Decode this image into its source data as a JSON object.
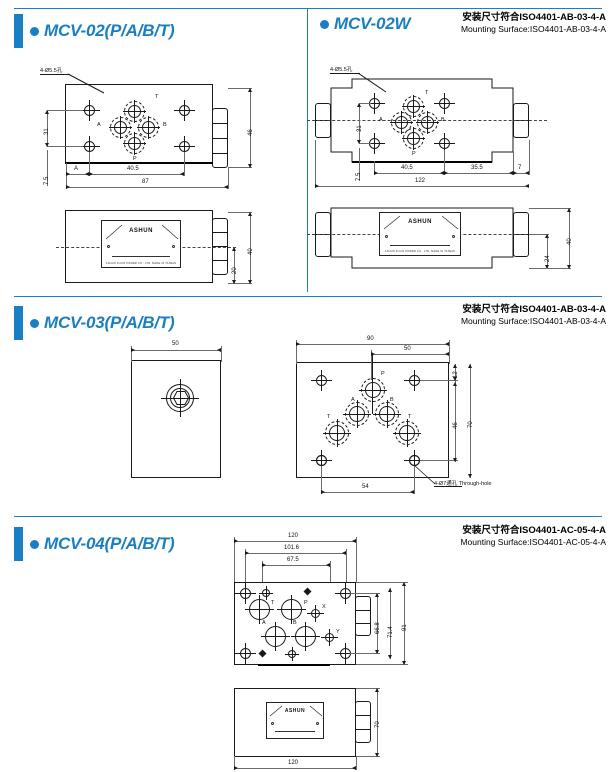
{
  "sections": [
    {
      "id": "mcv-02",
      "title": "MCV-02(P/A/B/T)",
      "iso_cn": "",
      "iso_en": "",
      "drawings": {
        "top_view": {
          "callout": "4-Ø5.5孔",
          "ports": [
            "T",
            "A",
            "B",
            "P"
          ],
          "dims": [
            "31",
            "46",
            "7.5",
            "A",
            "40.5",
            "87"
          ]
        },
        "front_view": {
          "plate_brand": "ASHUN",
          "plate_sub": "ASHUN FLUID POWER CO., LTD. MADE IN TAIWAN",
          "dims": [
            "40",
            "20"
          ]
        }
      }
    },
    {
      "id": "mcv-02w",
      "title": "MCV-02W",
      "iso_cn": "安装尺寸符合ISO4401-AB-03-4-A",
      "iso_en": "Mounting Surface:ISO4401-AB-03-4-A",
      "drawings": {
        "top_view": {
          "callout": "4-Ø5.5孔",
          "ports": [
            "T",
            "A",
            "B",
            "P"
          ],
          "dims": [
            "31",
            "7.5",
            "40.5",
            "35.5",
            "7",
            "122"
          ]
        },
        "front_view": {
          "plate_brand": "ASHUN",
          "plate_sub": "ASHUN FLUID POWER CO., LTD. MADE IN TAIWAN",
          "dims": [
            "24",
            "40"
          ]
        }
      }
    },
    {
      "id": "mcv-03",
      "title": "MCV-03(P/A/B/T)",
      "iso_cn": "安装尺寸符合ISO4401-AB-03-4-A",
      "iso_en": "Mounting Surface:ISO4401-AB-03-4-A",
      "drawings": {
        "left_view": {
          "dims": [
            "50"
          ]
        },
        "right_view": {
          "ports": [
            "P",
            "A",
            "B",
            "T",
            "T"
          ],
          "dims": [
            "90",
            "50",
            "12",
            "46",
            "70",
            "54"
          ],
          "note": "4-Ø7通孔 Through-hole"
        }
      }
    },
    {
      "id": "mcv-04",
      "title": "MCV-04(P/A/B/T)",
      "iso_cn": "安装尺寸符合ISO4401-AC-05-4-A",
      "iso_en": "Mounting Surface:ISO4401-AC-05-4-A",
      "drawings": {
        "top_view": {
          "ports": [
            "T",
            "P",
            "X",
            "A",
            "B",
            "Y"
          ],
          "dims": [
            "120",
            "101.6",
            "67.5",
            "66.8",
            "71.4",
            "91"
          ]
        },
        "front_view": {
          "plate_brand": "ASHUN",
          "dims": [
            "70",
            "120"
          ]
        }
      }
    }
  ]
}
